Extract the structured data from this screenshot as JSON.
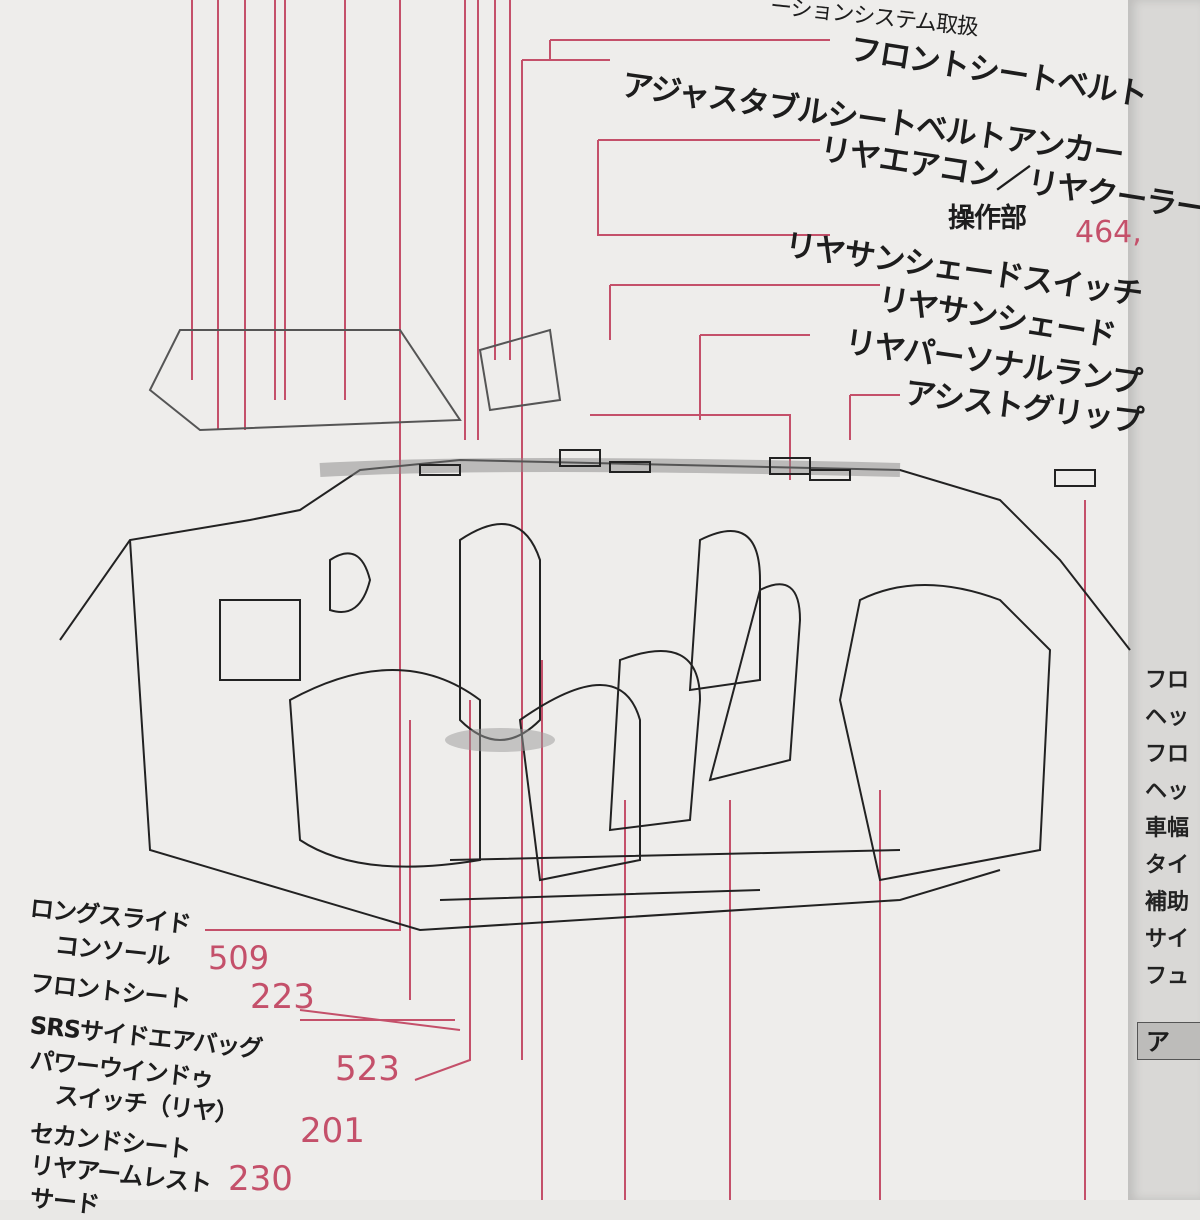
{
  "top_labels": {
    "partial_title": "ーションシステム取扱",
    "front_seatbelt": "フロントシートベルト",
    "adjustable_anchor": "アジャスタブルシートベルトアンカー",
    "rear_aircon": "リヤエアコン／リヤクーラー",
    "control_unit": "操作部",
    "control_unit_page": "464,",
    "rear_sunshade_switch": "リヤサンシェードスイッチ",
    "rear_sunshade": "リヤサンシェード",
    "rear_personal_lamp": "リヤパーソナルランプ",
    "assist_grip": "アシストグリップ"
  },
  "bottom_labels": [
    {
      "line1": "ロングスライド",
      "line2": "コンソール",
      "page": "509"
    },
    {
      "line1": "フロントシート",
      "page": "223"
    },
    {
      "line1": "SRSサイドエアバッグ"
    },
    {
      "line1": "パワーウインドゥ",
      "line2": "スイッチ（リヤ）",
      "page": "523"
    },
    {
      "line1": "セカンドシート",
      "page": "201"
    },
    {
      "line1": "リヤアームレスト",
      "page": "230"
    },
    {
      "line1": "サード"
    }
  ],
  "next_page_items": [
    "フロ",
    "ヘッ",
    "フロ",
    "ヘッ",
    "車幅",
    "タイ",
    "補助",
    "サイ",
    "フュ"
  ],
  "next_page_tab": "ア",
  "colors": {
    "leader_line": "#c4506a",
    "text": "#1d1d1d",
    "page": "#eeedeb"
  }
}
